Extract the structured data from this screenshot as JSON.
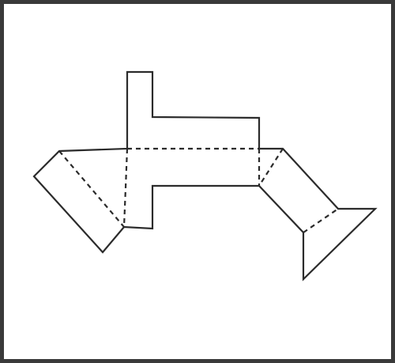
{
  "diagram": {
    "kind": "net-of-solid",
    "colors": {
      "frame": "#3a3a3a",
      "stroke": "#2b2b2b",
      "background": "#ffffff"
    },
    "icons": [
      "net-outline",
      "fold-lines"
    ]
  }
}
